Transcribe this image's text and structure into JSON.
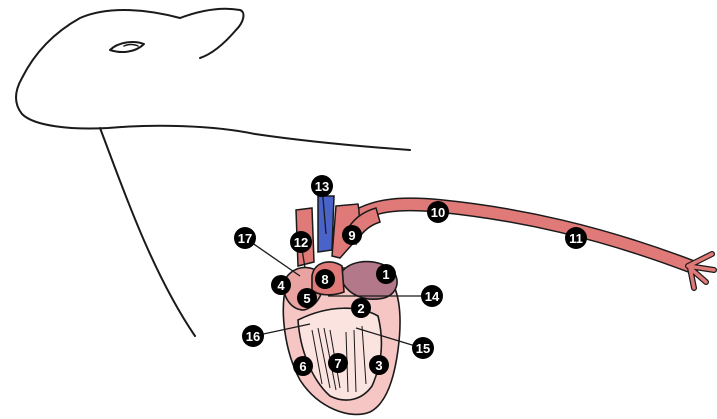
{
  "colors": {
    "outline": "#1a1a1a",
    "artery": "#e07a78",
    "artery_light": "#f2b8b5",
    "vein_blue": "#4a63c9",
    "heart_fill": "#f5c6c3",
    "heart_inner": "#fbe3e0",
    "atrium": "#b3788a",
    "marker_fill": "#000000",
    "marker_text": "#ffffff"
  },
  "markers": [
    {
      "id": "1",
      "label": "1"
    },
    {
      "id": "2",
      "label": "2"
    },
    {
      "id": "3",
      "label": "3"
    },
    {
      "id": "4",
      "label": "4"
    },
    {
      "id": "5",
      "label": "5"
    },
    {
      "id": "6",
      "label": "6"
    },
    {
      "id": "7",
      "label": "7"
    },
    {
      "id": "8",
      "label": "8"
    },
    {
      "id": "9",
      "label": "9"
    },
    {
      "id": "10",
      "label": "10"
    },
    {
      "id": "11",
      "label": "11"
    },
    {
      "id": "12",
      "label": "12"
    },
    {
      "id": "13",
      "label": "13"
    },
    {
      "id": "14",
      "label": "14"
    },
    {
      "id": "15",
      "label": "15"
    },
    {
      "id": "16",
      "label": "16"
    },
    {
      "id": "17",
      "label": "17"
    }
  ]
}
